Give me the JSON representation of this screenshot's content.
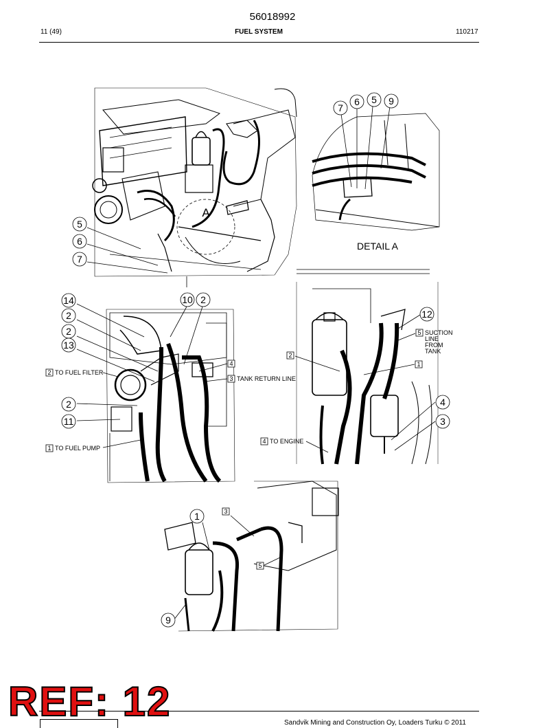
{
  "document": {
    "number": "56018992",
    "page": "11 (49)",
    "section": "FUEL SYSTEM",
    "date": "110217"
  },
  "detail": {
    "title": "DETAIL A",
    "marker": "A"
  },
  "callouts": {
    "top_left": [
      "5",
      "6",
      "7"
    ],
    "detail": [
      "7",
      "6",
      "5",
      "9"
    ],
    "mid_left": [
      "14",
      "10",
      "2",
      "2",
      "2",
      "13",
      "2",
      "11"
    ],
    "mid_right": [
      "12",
      "4",
      "3"
    ],
    "bottom": [
      "1",
      "9"
    ]
  },
  "boxed_labels": {
    "to_fuel_filter": {
      "num": "2",
      "text": "TO FUEL FILTER"
    },
    "to_fuel_pump": {
      "num": "1",
      "text": "TO FUEL PUMP"
    },
    "tank_return": {
      "num": "3",
      "text": "TANK RETURN LINE"
    },
    "box4": {
      "num": "4"
    },
    "suction": {
      "num": "5",
      "line1": "SUCTION",
      "line2": "LINE",
      "line3": "FROM",
      "line4": "TANK"
    },
    "box2_right": {
      "num": "2"
    },
    "box1_right": {
      "num": "1"
    },
    "to_engine": {
      "num": "4",
      "text": "TO ENGINE"
    },
    "box3_bottom": {
      "num": "3"
    },
    "box5_bottom": {
      "num": "5"
    }
  },
  "stamp": "REF: 12",
  "footer": "Sandvik Mining and Construction Oy, Loaders Turku © 2011"
}
